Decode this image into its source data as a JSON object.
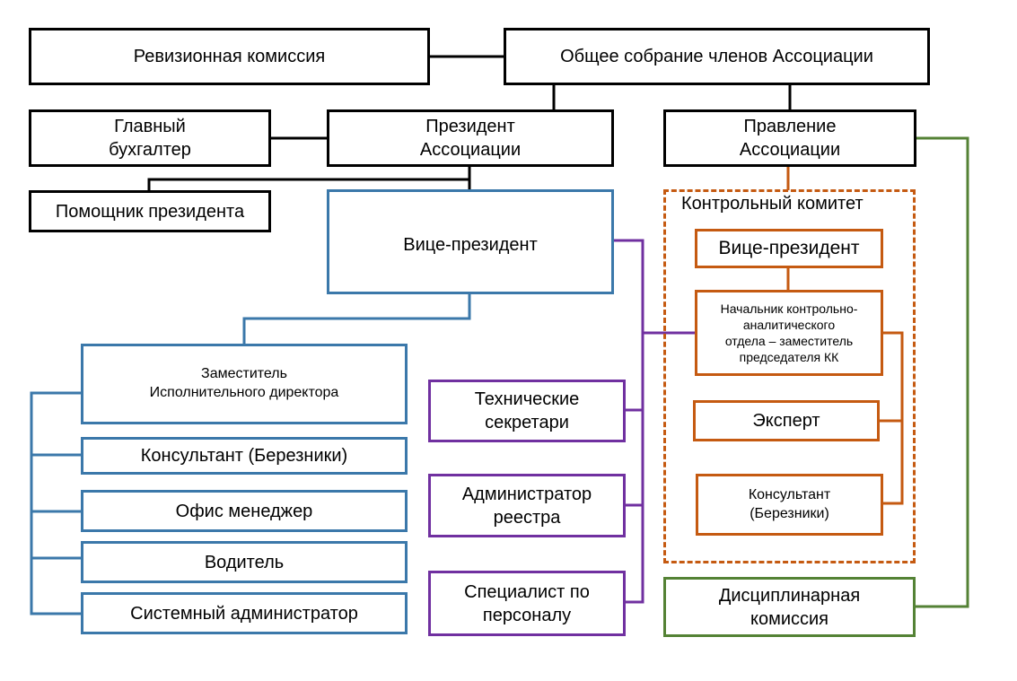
{
  "nodes": {
    "audit_commission": "Ревизионная комиссия",
    "general_meeting": "Общее собрание членов Ассоциации",
    "chief_accountant": "Главный\nбухгалтер",
    "president": "Президент\nАссоциации",
    "board": "Правление\nАссоциации",
    "president_assistant": "Помощник президента",
    "vice_president": "Вице-президент",
    "deputy_director": "Заместитель\nИсполнительного директора",
    "consultant_berezniki": "Консультант (Березники)",
    "office_manager": "Офис менеджер",
    "driver": "Водитель",
    "sysadmin": "Системный администратор",
    "tech_secretaries": "Технические\nсекретари",
    "registry_admin": "Администратор\nреестра",
    "hr_specialist": "Специалист по\nперсоналу",
    "control_committee": "Контрольный комитет",
    "cc_vice_president": "Вице-президент",
    "cc_head": "Начальник контрольно-\nаналитического\nотдела – заместитель\nпредседателя КК",
    "cc_expert": "Эксперт",
    "cc_consultant": "Консультант\n(Березники)",
    "disciplinary_commission": "Дисциплинарная\nкомиссия"
  },
  "colors": {
    "black": "#000000",
    "blue": "#3b78aa",
    "purple": "#7030a0",
    "orange": "#c55a11",
    "green": "#548235"
  }
}
